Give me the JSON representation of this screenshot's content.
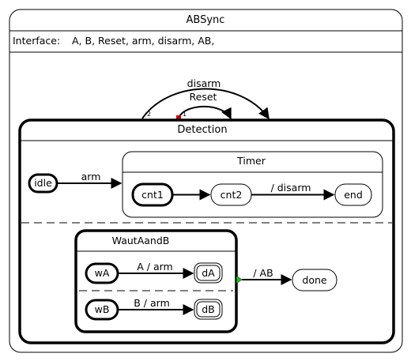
{
  "statechart": {
    "name": "ABSync",
    "interface_label": "Interface:",
    "interface_events": "A, B, Reset, arm, disarm, AB,"
  },
  "transitions_top": {
    "disarm": "disarm",
    "reset": "Reset",
    "priority_disarm": "2",
    "priority_reset": "1"
  },
  "detection": {
    "name": "Detection",
    "idle": "idle",
    "arm_label": "arm",
    "timer": {
      "name": "Timer",
      "cnt1": "cnt1",
      "cnt2": "cnt2",
      "disarm_label": "/ disarm",
      "end": "end"
    },
    "waut": {
      "name": "WautAandB",
      "wA": "wA",
      "a_label": "A / arm",
      "dA": "dA",
      "wB": "wB",
      "b_label": "B / arm",
      "dB": "dB"
    },
    "ab_label": "/ AB",
    "done": "done"
  },
  "colors": {
    "stroke": "#000000",
    "background": "#ffffff",
    "reset_marker": "#cc0000",
    "done_marker": "#22bb22"
  }
}
